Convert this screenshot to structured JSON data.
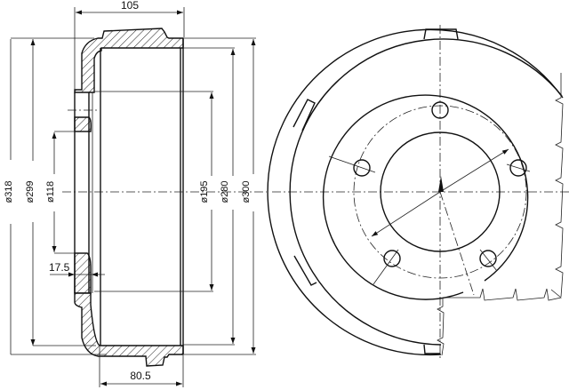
{
  "drawing": {
    "title": "Brake drum technical drawing",
    "views": [
      "section-view",
      "front-view"
    ],
    "dimensions": {
      "width_overall": "105",
      "width_inner": "80.5",
      "flange_thickness": "17.5",
      "dia_318": "ø318",
      "dia_299": "ø299",
      "dia_118": "ø118",
      "dia_195": "ø195",
      "dia_280": "ø280",
      "dia_300": "ø300"
    },
    "front_view": {
      "bolt_holes": 5,
      "line_color": "#111111"
    },
    "colors": {
      "background": "#ffffff",
      "lines": "#111111"
    }
  }
}
